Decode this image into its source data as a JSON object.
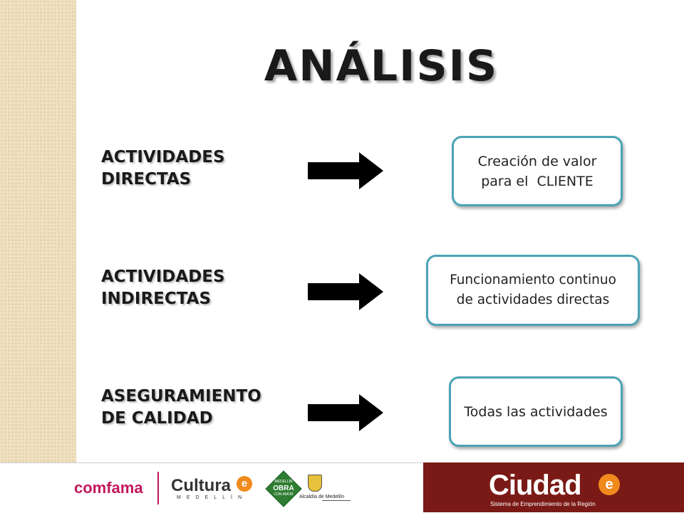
{
  "title": "ANÁLISIS",
  "rows": [
    {
      "label_line1": "ACTIVIDADES",
      "label_line2": "DIRECTAS",
      "box_line1": "Creación de valor",
      "box_line2": "para el  CLIENTE"
    },
    {
      "label_line1": "ACTIVIDADES",
      "label_line2": "INDIRECTAS",
      "box_line1": "Funcionamiento continuo",
      "box_line2": "de actividades directas"
    },
    {
      "label_line1": "ASEGURAMIENTO",
      "label_line2": "DE CALIDAD",
      "box_line1": "Todas las actividades",
      "box_line2": ""
    }
  ],
  "footer": {
    "comfama": "comfama",
    "cultura": "Cultura",
    "cultura_sub": "MEDELLÍN",
    "cultura_badge": "e",
    "obra_top": "MEDELLÍN",
    "obra": "OBRA",
    "obra_sub": "CON AMOR",
    "alcaldia": "Alcaldía de Medellín",
    "ciudad": "Ciudad",
    "ciudad_badge": "e",
    "ciudad_sub": "Sistema de Emprendimiento de la Región"
  },
  "colors": {
    "box_border": "#4aa3b5",
    "footer_right": "#7a1a16",
    "accent_orange": "#f08a1c",
    "comfama_pink": "#c2185b"
  }
}
